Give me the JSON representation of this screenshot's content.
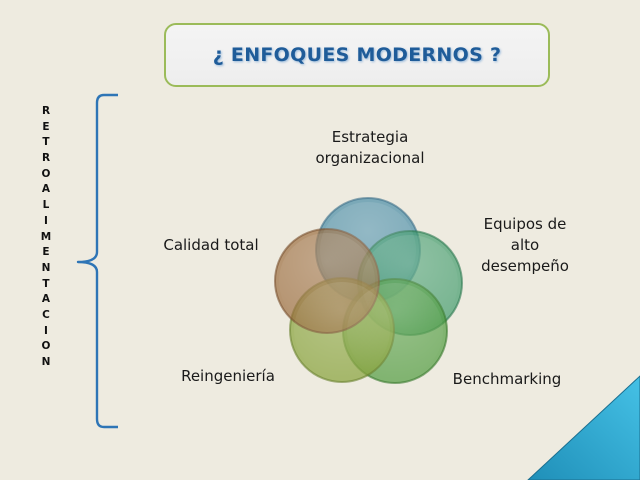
{
  "slide": {
    "title": "¿ ENFOQUES MODERNOS ?",
    "vertical_word": [
      "R",
      "E",
      "T",
      "R",
      "O",
      "A",
      "L",
      "I",
      "M",
      "E",
      "N",
      "T",
      "A",
      "C",
      "I",
      "O",
      "N"
    ],
    "bracket_color": "#2e75b6",
    "venn_items": [
      {
        "label_lines": [
          "Estrategia",
          "organizacional"
        ],
        "color": "#4f8fa8"
      },
      {
        "label_lines": [
          "Equipos de",
          "alto",
          "desempeño"
        ],
        "color": "#3e9a6a"
      },
      {
        "label_lines": [
          "Benchmarking"
        ],
        "color": "#4c9a3c"
      },
      {
        "label_lines": [
          "Reingeniería"
        ],
        "color": "#8aa43e"
      },
      {
        "label_lines": [
          "Calidad total"
        ],
        "color": "#9a6a3c"
      }
    ],
    "corner_color": "#2aa6cf"
  }
}
